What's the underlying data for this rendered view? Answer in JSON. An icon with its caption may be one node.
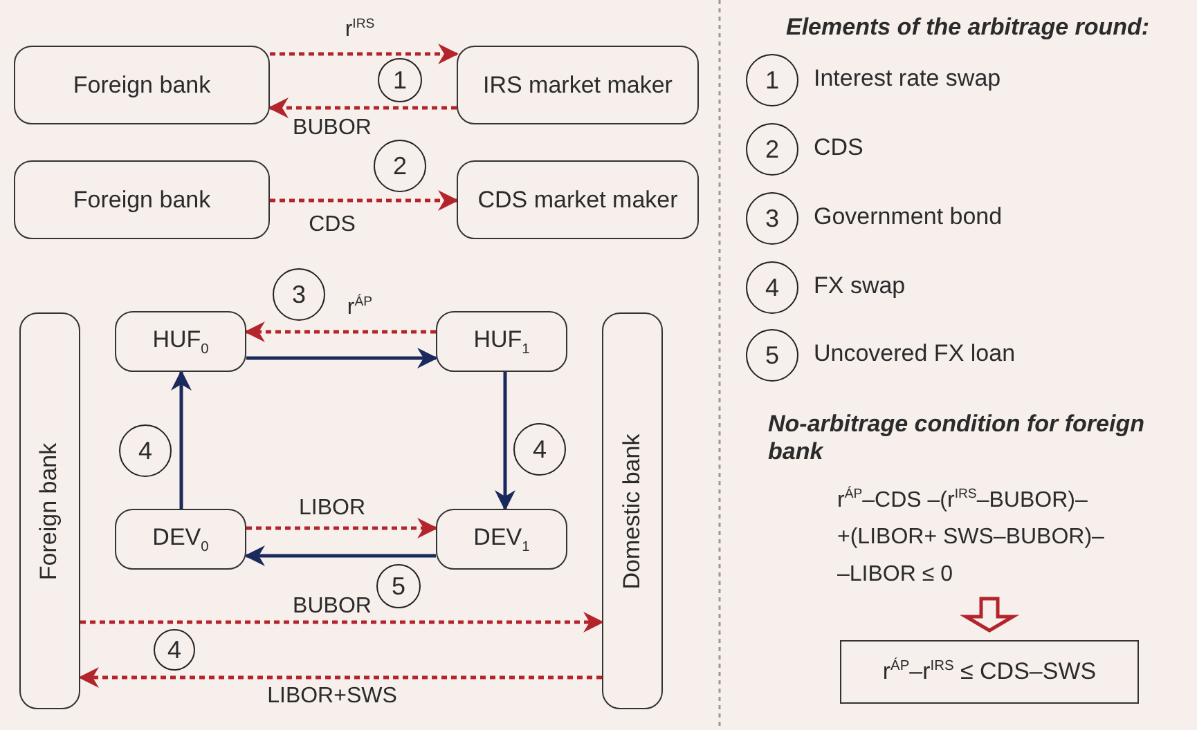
{
  "diagram": {
    "nodes": [
      {
        "text": [
          "Foreign bank"
        ]
      },
      {
        "text": [
          "IRS market maker"
        ]
      },
      {
        "text": [
          "Foreign bank"
        ]
      },
      {
        "text": [
          "CDS market maker"
        ]
      },
      {
        "text": [
          "Foreign bank"
        ]
      },
      {
        "text": [
          "HUF$_{0}$"
        ]
      },
      {
        "text": [
          "HUF$_{1}$"
        ]
      },
      {
        "text": [
          "DEV$_{0}$"
        ]
      },
      {
        "text": [
          "DEV$_{1}$"
        ]
      },
      {
        "text": [
          "Domestic bank"
        ]
      },
      {
        "text": [
          "1"
        ]
      },
      {
        "text": [
          "2"
        ]
      },
      {
        "text": [
          "3"
        ]
      },
      {
        "text": [
          "4"
        ]
      },
      {
        "text": [
          "4"
        ]
      },
      {
        "text": [
          "5"
        ]
      },
      {
        "text": [
          "4"
        ]
      },
      {
        "text": [
          "1"
        ],
        "beside": [
          "Interest rate swap"
        ]
      },
      {
        "text": [
          "2"
        ],
        "beside": [
          "CDS"
        ]
      },
      {
        "text": [
          "3"
        ],
        "beside": [
          "Government bond"
        ]
      },
      {
        "text": [
          "4"
        ],
        "beside": [
          "FX swap"
        ]
      },
      {
        "text": [
          "5"
        ],
        "beside": [
          "Uncovered FX loan"
        ]
      },
      {
        "text": [
          "r$^{ÁP}$–CDS –(r$^{IRS}$–BUBOR)– +(LIBOR+ SWS–BUBOR)– –LIBOR ≤ 0"
        ]
      },
      {
        "text": [
          "r$^{ÁP}$–r$^{IRS}$ ≤ CDS–SWS"
        ]
      }
    ],
    "edges": [
      {
        "from": 0,
        "to": 1,
        "arrow": "to",
        "label": "r$^{IRS}$",
        "style": "dashed"
      },
      {
        "from": 1,
        "to": 0,
        "arrow": "to",
        "label": "BUBOR",
        "style": "dashed"
      },
      {
        "from": 2,
        "to": 3,
        "arrow": "to",
        "label": "CDS",
        "style": "dashed"
      },
      {
        "from": 6,
        "to": 5,
        "arrow": "to",
        "label": "r$^{ÁP}$",
        "style": "dashed"
      },
      {
        "from": 5,
        "to": 6,
        "arrow": "to",
        "color": "#1b2a5c"
      },
      {
        "from": 6,
        "to": 8,
        "arrow": "to",
        "color": "#1b2a5c"
      },
      {
        "from": 7,
        "to": 5,
        "arrow": "to",
        "color": "#1b2a5c"
      },
      {
        "from": 7,
        "to": 8,
        "arrow": "to",
        "label": "LIBOR",
        "style": "dashed"
      },
      {
        "from": 8,
        "to": 7,
        "arrow": "to",
        "color": "#1b2a5c"
      },
      {
        "from": 4,
        "to": 9,
        "arrow": "to",
        "label": "BUBOR",
        "style": "dashed"
      },
      {
        "from": 9,
        "to": 4,
        "arrow": "to",
        "label": "LIBOR+SWS",
        "style": "dashed"
      },
      {
        "from": 22,
        "to": 23,
        "arrow": "to",
        "style": "thick"
      }
    ],
    "labels": [
      "Elements of the arbitrage round:",
      "No-arbitrage condition for foreign bank"
    ]
  }
}
